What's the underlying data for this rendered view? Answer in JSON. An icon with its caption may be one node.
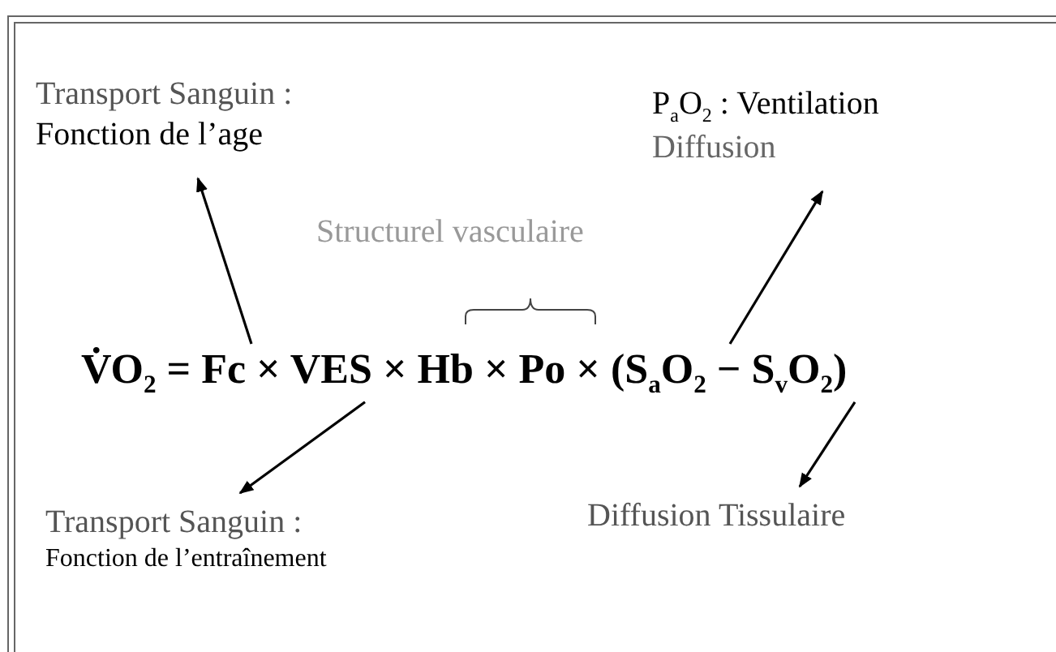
{
  "diagram": {
    "nodes": [
      {
        "text": [
          "Transport Sanguin :",
          "Fonction de l’age"
        ]
      },
      {
        "text": [
          "P$_{a}$O$_{2}$ : Ventilation",
          "Diffusion"
        ]
      },
      {
        "text": [
          "V̇O$_{2}$ = Fc × VES × Hb × Po × (S$_{a}$O$_{2}$ − S$_{v}$O$_{2}$)"
        ]
      },
      {
        "text": [
          "Transport Sanguin :",
          "Fonction de l’entraînement"
        ]
      },
      {
        "text": [
          "Diffusion Tissulaire"
        ]
      }
    ],
    "edges": [
      {
        "from": 2,
        "to": 0,
        "arrow": "to"
      },
      {
        "from": 2,
        "to": 1,
        "arrow": "to"
      },
      {
        "from": 2,
        "to": 3,
        "arrow": "to"
      },
      {
        "from": 2,
        "to": 4,
        "arrow": "to"
      }
    ],
    "labels": [
      "Structurel vasculaire"
    ]
  }
}
